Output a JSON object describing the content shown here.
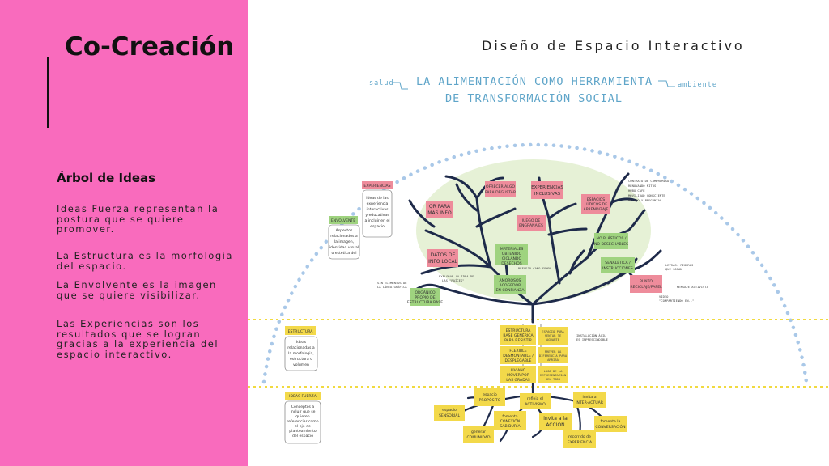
{
  "left": {
    "title": "Co-Creación",
    "section_title": "Árbol de Ideas",
    "paragraphs": [
      "Ideas Fuerza representan la postura que se quiere promover.",
      "La Estructura es la morfologia del espacio.",
      "La Envolvente es la imagen que se quiere visibilizar.",
      "Las Experiencias son los resultados que se logran gracias a la experiencia del espacio interactivo."
    ]
  },
  "right": {
    "subtitle": "Diseño de Espacio Interactivo",
    "main_title_1": "LA ALIMENTACIÓN COMO HERRAMIENTA",
    "main_title_2": "DE TRANSFORMACIÓN SOCIAL",
    "label_left": "salud",
    "label_right": "ambiente"
  },
  "colors": {
    "pink_panel": "#f96bbd",
    "pink_note": "#ee8c9b",
    "green_note": "#9fd37f",
    "yellow_note": "#f3d94a",
    "navy": "#1e2a4a",
    "dots": "#a9c8e8",
    "canopy": "#e6f1d6"
  },
  "legend": {
    "experiencias": {
      "tag": "EXPERIENCIAS",
      "text": [
        "Ideas de las",
        "experiencia",
        "interactivas",
        "y educativas",
        "a incluir en el",
        "espacio"
      ]
    },
    "envolvente": {
      "tag": "ENVOLVENTE",
      "text": [
        "Aspectos",
        "relacionados a",
        "la imagen,",
        "identidad visual",
        "o estética del"
      ]
    },
    "estructura": {
      "tag": "ESTRUCTURA",
      "text": [
        "Ideas",
        "relacionadas a",
        "la morfologia,",
        "estructura o",
        "volumen"
      ]
    },
    "ideas_fuerza": {
      "tag": "IDEAS FUERZA",
      "text": [
        "Conceptos a",
        "incluir que se",
        "quieren",
        "referenciar como",
        "el eje de",
        "planteamiento",
        "del espacio"
      ]
    }
  },
  "notes": {
    "qr": [
      "QR PARA",
      "MÁS INFO"
    ],
    "datos": [
      "DATOS DE",
      "INFO LOCAL"
    ],
    "ofrecer": [
      "OFRECER ALGO",
      "PARA DEGUSTAR"
    ],
    "inclusivas": [
      "EXPERIENCIAS",
      "INCLUSIVAS"
    ],
    "ludicos": [
      "ESPACIOS",
      "LÚDICOS DE",
      "APRENDIZAJE"
    ],
    "juego": [
      "JUEGO DE",
      "ENGRANAJES"
    ],
    "materiales": [
      "MATERIALES",
      "OBTENIDO",
      "CICLANDO",
      "DESECHOS"
    ],
    "noplasticos": [
      "NO PLÁSTICOS /",
      "NO DESECHABLES"
    ],
    "senaletica": [
      "SEÑALÉTICA /",
      "INSTRUCCIONES"
    ],
    "amorosos": [
      "AMOROSOS",
      "ACOGEDOR",
      "EN CONFIANZA"
    ],
    "organico": [
      "ORGÁNICO",
      "PROPIO DE",
      "ESTRUCTURA BASE"
    ],
    "reciclaje": [
      "PUNTO",
      "RECICLAJE/PAPEL"
    ],
    "estructura_base": [
      "ESTRUCTURA",
      "BASE GENÉRICA",
      "PARA RESISTIR"
    ],
    "desmontable": [
      "FLEXIBLE",
      "DESMONTABLE /",
      "DESPLEGABLE"
    ],
    "liviano": [
      "LIVIANO",
      "MOVER POR",
      "LAS GRADAS"
    ],
    "nota_y1": [
      "ESPACIO PARA",
      "SENTAR TE",
      "AGUANTE"
    ],
    "nota_y2": [
      "PREVER LA",
      "DIFERENCIA PARA",
      "ARRIBA"
    ],
    "nota_y3": [
      "LOGO DE LA",
      "REPRESENTACIÓN",
      "DEL TODO"
    ]
  },
  "annotations": {
    "reflejo": "REFLEJO CAMO SOMOS",
    "explorar": [
      "EXPLORAR LA IDEA DE",
      "LAS \"RAÍCES\""
    ],
    "sin_elementos": [
      "SIN ELEMENTOS DE",
      "LA LÍNEA GRÁFICA"
    ],
    "instalacion": [
      "INSTALACIÓN ÁGIL",
      "ES IMPRESCINDIBLE"
    ],
    "mensaje": "MENSAJE ACTIVISTA",
    "letras": [
      "LETRAS: FIGURAS",
      "QUE SONAN"
    ],
    "video": [
      "VIDEO",
      "\"COMPARTIENDO EN..\""
    ],
    "list_right": [
      "CONTRATO DE COMPROMISO",
      "RENOVANDO MITOS",
      "HUBO CAFÉ",
      "MOVILIDAD CONSCIENTE",
      "RELATO Y PREGUNTAS"
    ]
  },
  "roots": {
    "espacio_proposito": [
      "espacio",
      "PROPÓSITO"
    ],
    "refleja": [
      "refleja el",
      "ACTIVISMO"
    ],
    "invita_interactuar": [
      "invita a",
      "INTER-ACTUAR"
    ],
    "espacio_sensorial": [
      "espacio",
      "SENSORIAL"
    ],
    "fomenta_sabiduria": [
      "fomenta",
      "CONEXIÓN",
      "SABIDURÍA"
    ],
    "invita_accion": [
      "invita a la",
      "ACCIÓN"
    ],
    "fomenta_conversacion": [
      "fomenta la",
      "CONVERSACIÓN"
    ],
    "generar_comunidad": [
      "generar",
      "COMUNIDAD"
    ],
    "recorrido": [
      "recorrido de",
      "EXPERIENCIA"
    ]
  }
}
